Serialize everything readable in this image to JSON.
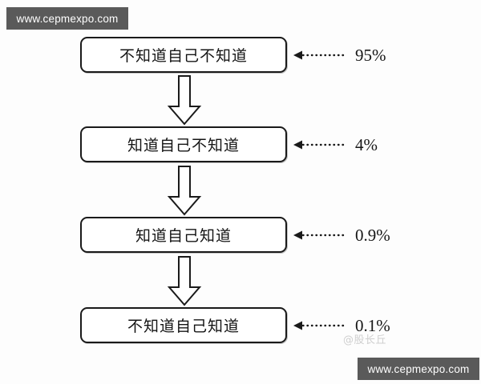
{
  "watermarks": {
    "top": "www.cepmexpo.com",
    "bottom": "www.cepmexpo.com",
    "faint": "@股长丘"
  },
  "diagram": {
    "type": "flowchart",
    "orientation": "vertical",
    "title": "",
    "connector_icon": "down-arrow-icon",
    "annotation_icon": "dotted-left-arrow-icon",
    "box_border_color": "#1a1a1a",
    "box_fill_color": "#ffffff",
    "text_color": "#141414",
    "stages": [
      {
        "label": "不知道自己不知道",
        "percent": "95%"
      },
      {
        "label": "知道自己不知道",
        "percent": "4%"
      },
      {
        "label": "知道自己知道",
        "percent": "0.9%"
      },
      {
        "label": "不知道自己知道",
        "percent": "0.1%"
      }
    ]
  },
  "chart_data": {
    "type": "bar",
    "title": "",
    "xlabel": "",
    "ylabel": "",
    "categories": [
      "不知道自己不知道",
      "知道自己不知道",
      "知道自己知道",
      "不知道自己知道"
    ],
    "values": [
      95,
      4,
      0.9,
      0.1
    ],
    "value_labels": [
      "95%",
      "4%",
      "0.9%",
      "0.1%"
    ],
    "unit": "%",
    "ylim": [
      0,
      100
    ],
    "grid": false,
    "legend": "none"
  }
}
